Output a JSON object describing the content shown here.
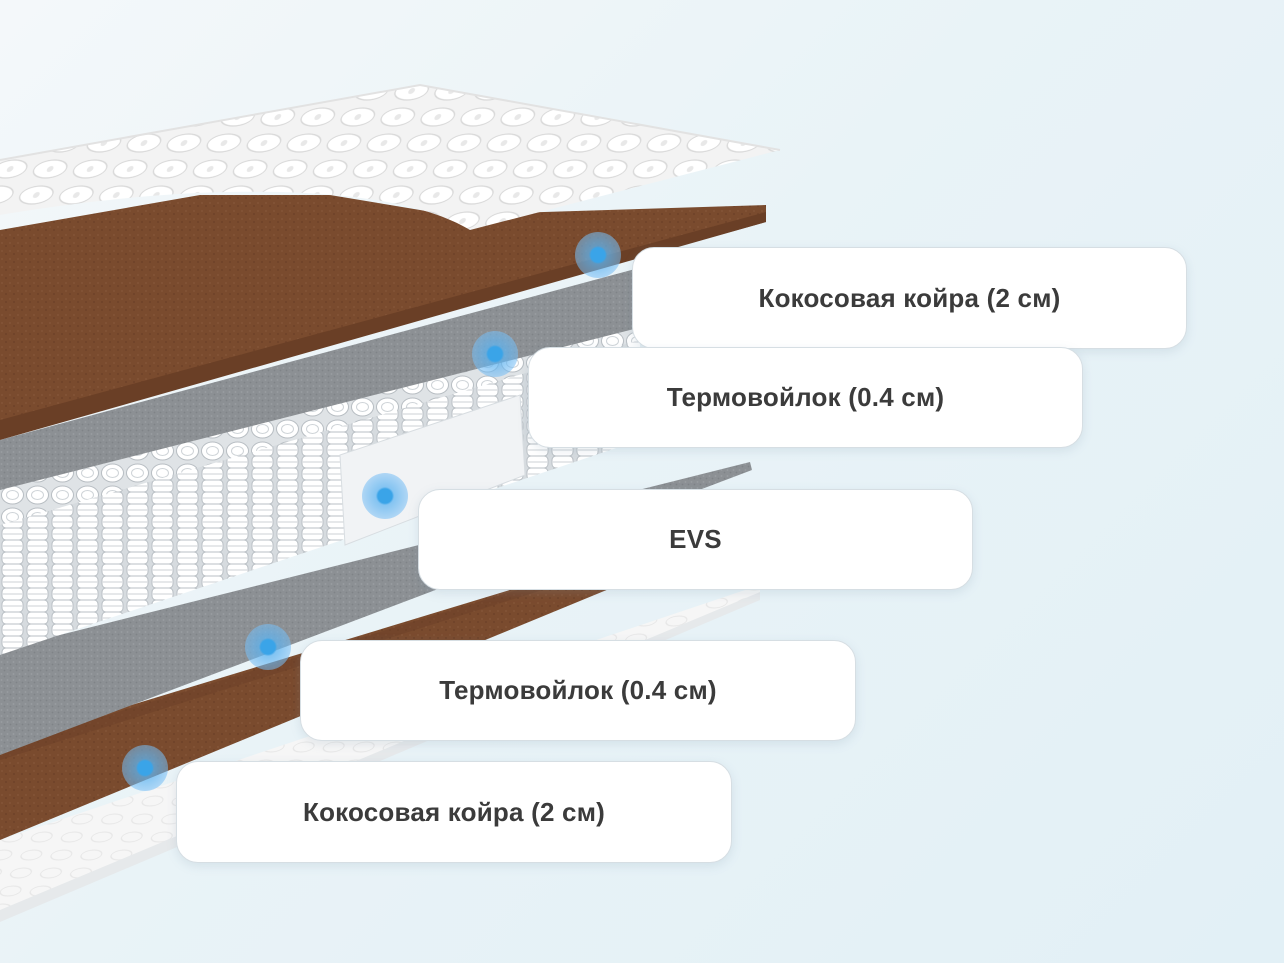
{
  "layers": [
    {
      "label": "Кокосовая койра (2 см)",
      "material": "coconut-coir"
    },
    {
      "label": "Термовойлок (0.4 см)",
      "material": "thermofelt"
    },
    {
      "label": "EVS",
      "material": "evs-spring-block"
    },
    {
      "label": "Термовойлок (0.4 см)",
      "material": "thermofelt"
    },
    {
      "label": "Кокосовая койра (2 см)",
      "material": "coconut-coir"
    }
  ],
  "colors": {
    "coir": "#7a4b2e",
    "felt": "#8f9396",
    "cover": "#f4f4f4",
    "springs": "#ffffff",
    "hotspot": "#3aa4e8"
  }
}
